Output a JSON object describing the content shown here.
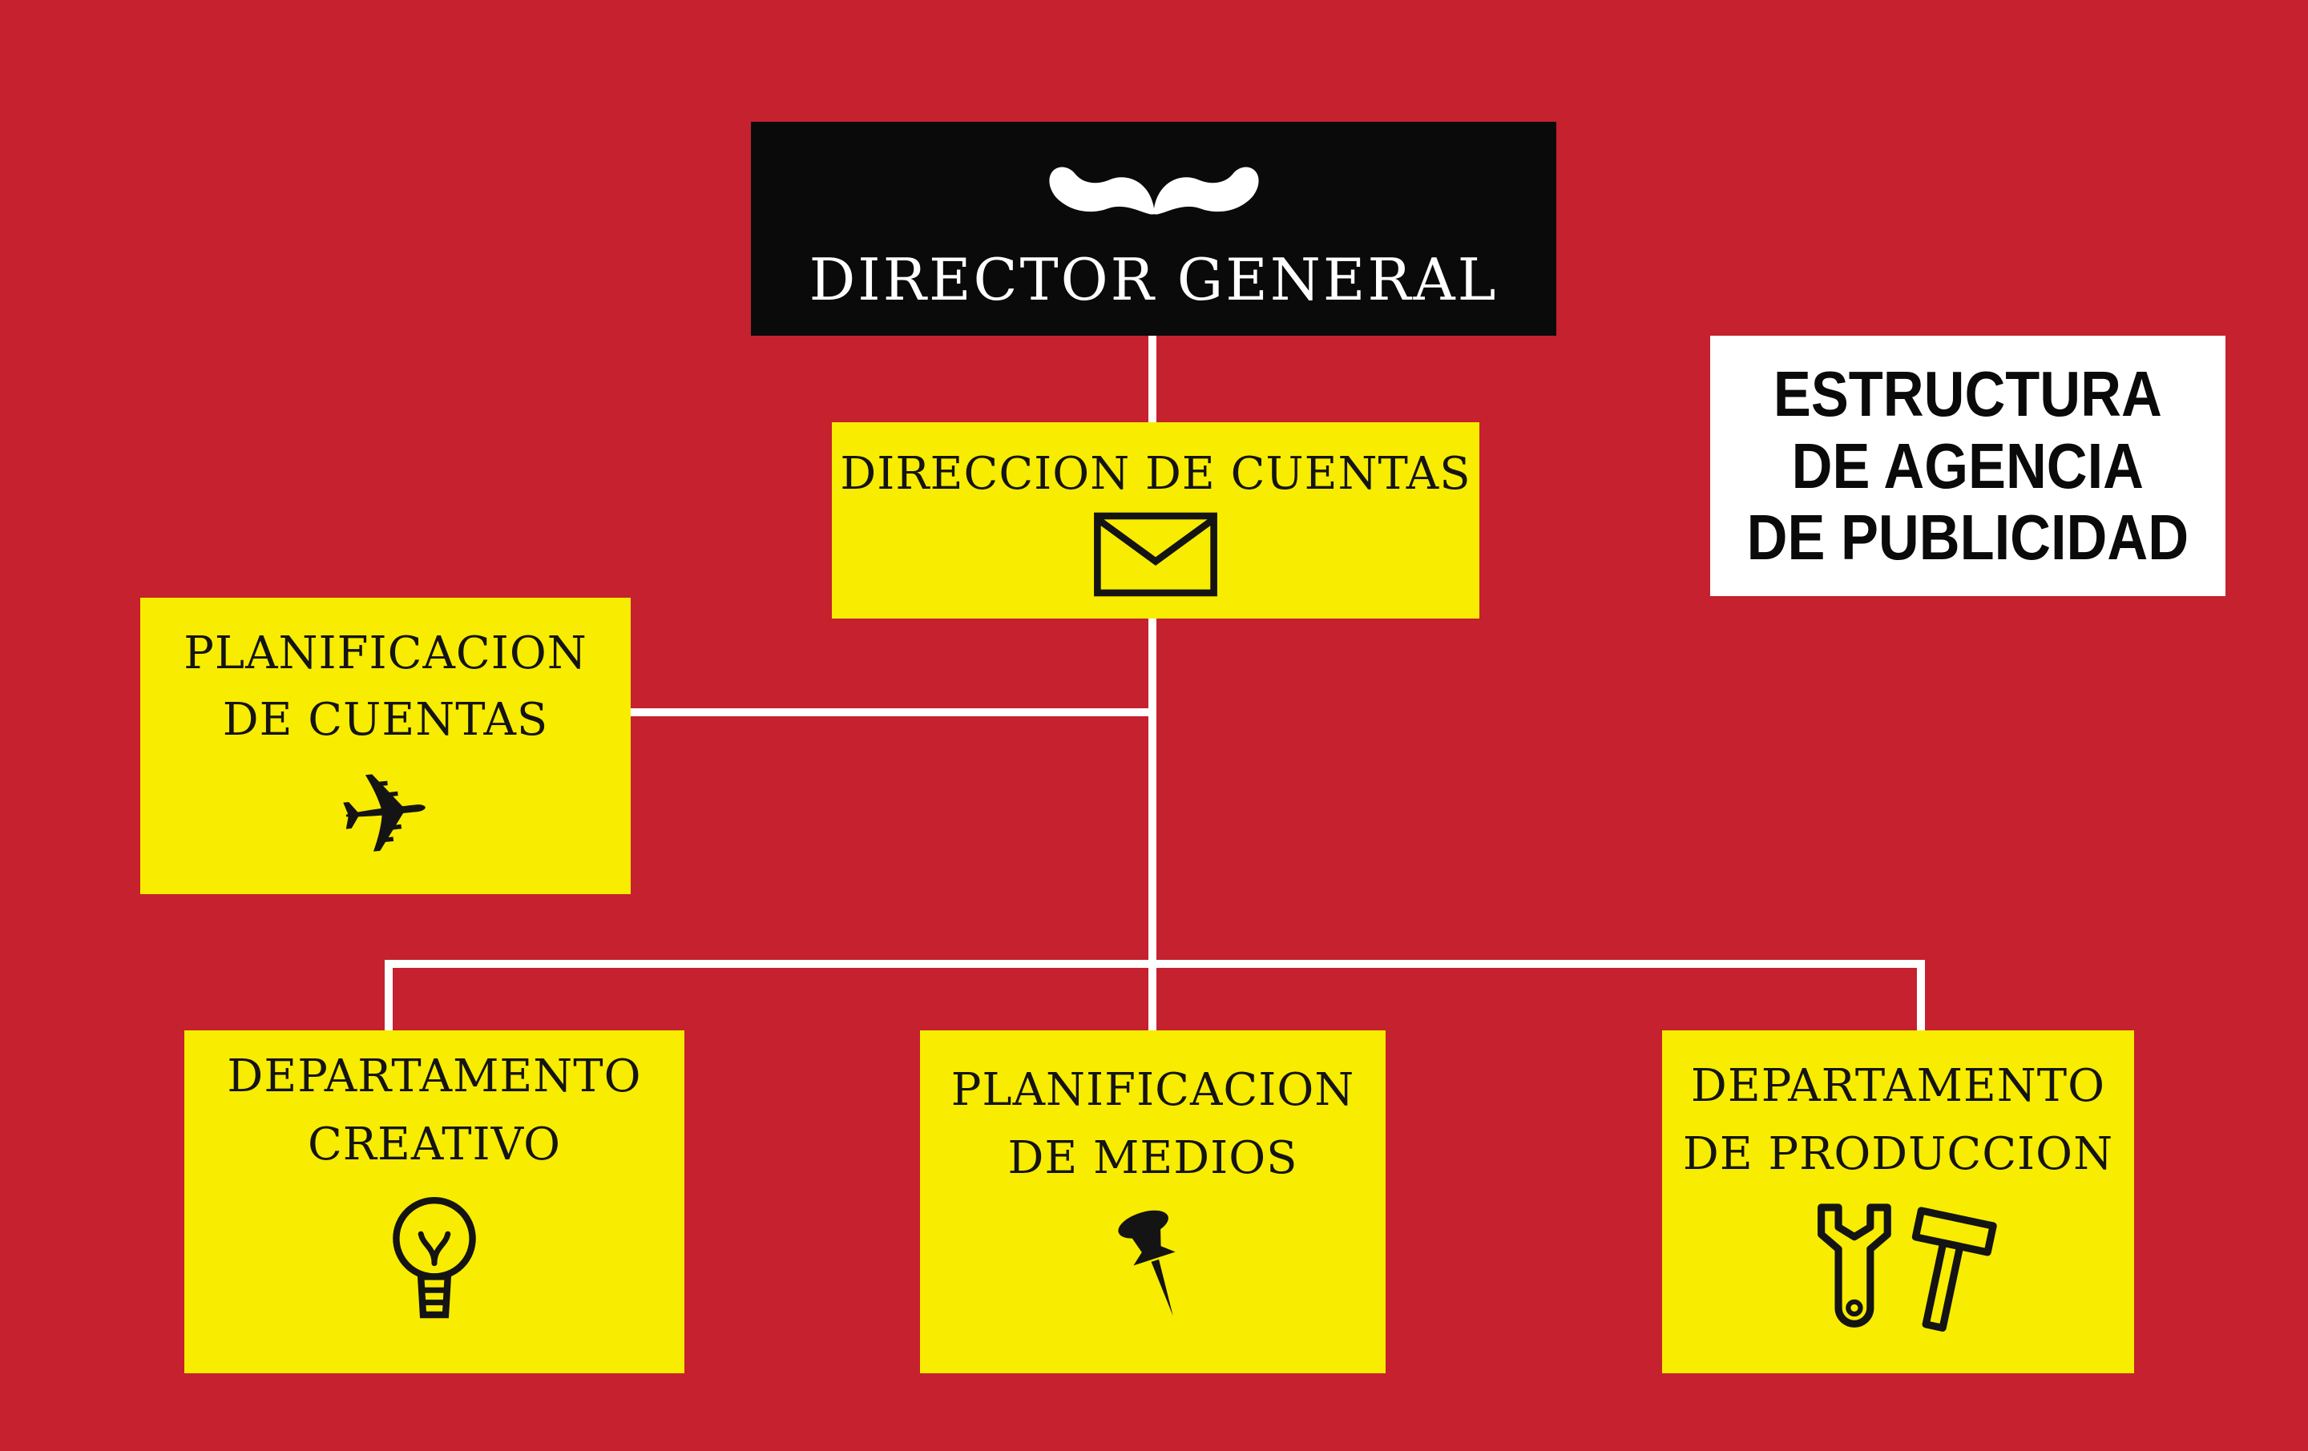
{
  "colors": {
    "background": "#C5212E",
    "box_yellow": "#F8EC00",
    "box_black": "#0A0A0A",
    "box_white": "#FFFFFF",
    "connector": "#FFFFFF",
    "text_dark": "#141414"
  },
  "title": {
    "line1": "ESTRUCTURA",
    "line2": "DE AGENCIA",
    "line3": "DE PUBLICIDAD"
  },
  "nodes": {
    "director": {
      "label": "DIRECTOR GENERAL",
      "icon": "mustache-icon"
    },
    "direccion_cuentas": {
      "label": "DIRECCION DE CUENTAS",
      "icon": "envelope-icon"
    },
    "planificacion_cuentas": {
      "line1": "PLANIFICACION",
      "line2": "DE CUENTAS",
      "icon": "airplane-icon",
      "glyph": "✈"
    },
    "departamento_creativo": {
      "line1": "DEPARTAMENTO",
      "line2": "CREATIVO",
      "icon": "lightbulb-icon"
    },
    "planificacion_medios": {
      "line1": "PLANIFICACION",
      "line2": "DE MEDIOS",
      "icon": "pushpin-icon"
    },
    "departamento_produccion": {
      "line1": "DEPARTAMENTO",
      "line2": "DE PRODUCCION",
      "icon": "wrench-hammer-icon"
    }
  }
}
